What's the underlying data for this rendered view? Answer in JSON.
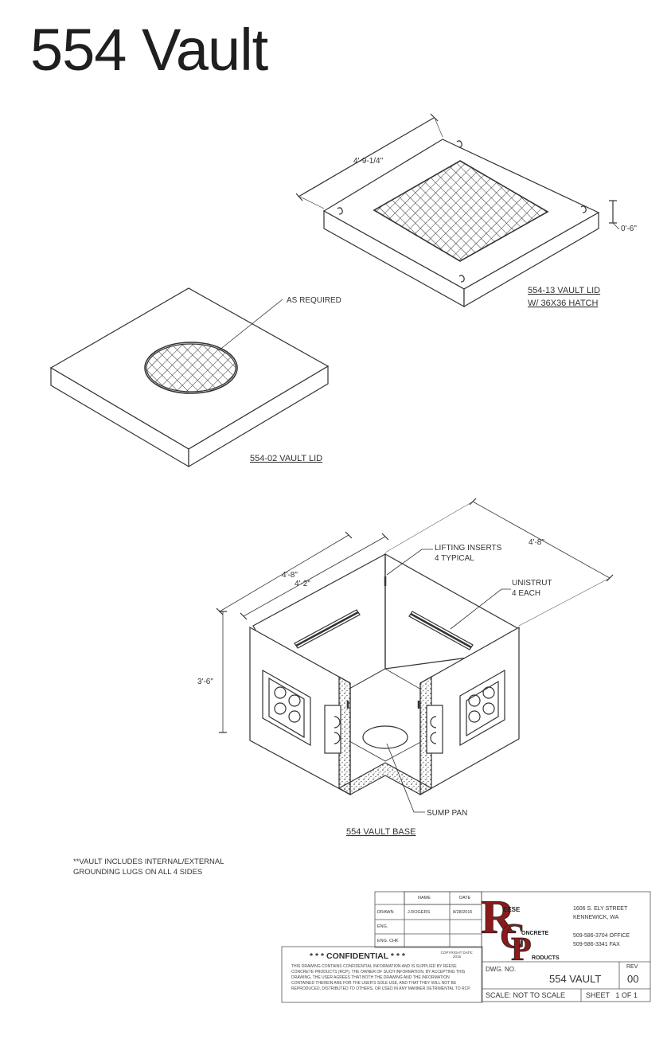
{
  "title": "554 Vault",
  "lid13": {
    "dim_width": "4'-9-1/4\"",
    "dim_thickness": "0'-6\"",
    "caption_line1": "554-13 VAULT LID",
    "caption_line2": "W/ 36X36 HATCH"
  },
  "lid02": {
    "callout": "AS REQUIRED",
    "caption": "554-02 VAULT LID"
  },
  "base": {
    "dim_outer_left": "4'-8\"",
    "dim_inner_left": "4'-2\"",
    "dim_outer_right": "4'-8\"",
    "dim_height": "3'-6\"",
    "lifting_line1": "LIFTING INSERTS",
    "lifting_line2": "4 TYPICAL",
    "unistrut_line1": "UNISTRUT",
    "unistrut_line2": "4 EACH",
    "sump": "SUMP PAN",
    "caption": "554 VAULT BASE"
  },
  "note": {
    "line1": "**VAULT INCLUDES INTERNAL/EXTERNAL",
    "line2": "GROUNDING LUGS ON ALL 4 SIDES"
  },
  "title_block": {
    "hdr_name": "NAME",
    "hdr_date": "DATE",
    "drawn_label": "DRAWN",
    "drawn_name": "J.ROGERS",
    "drawn_date": "8/28/2016",
    "eng_label": "ENG.",
    "engchk_label": "ENG. CHK",
    "logo_r": "R",
    "logo_c": "C",
    "logo_p": "P",
    "logo_eese": "EESE",
    "logo_oncrete": "ONCRETE",
    "logo_roducts": "RODUCTS",
    "address1": "1606 S. ELY STREET",
    "address2": "KENNEWICK, WA",
    "phone_office": "509-586-3704 OFFICE",
    "phone_fax": "509-586-3341 FAX",
    "dwg_no_label": "DWG. NO.",
    "dwg_no": "554 VAULT",
    "rev_label": "REV",
    "rev": "00",
    "scale": "SCALE: NOT TO SCALE",
    "sheet": "SHEET   1 OF 1",
    "confidential": "* * * CONFIDENTIAL * * *",
    "copyright_line1": "COPYRIGHT DATE:",
    "copyright_line2": "2016",
    "conf_text": "THIS DRAWING CONTAINS CONFIDENTIAL INFORMATION AND IS SUPPLIED BY REESE CONCRETE PRODUCTS (RCP), THE OWNER OF SUCH INFORMATION. BY ACCEPTING THIS DRAWING, THE USER AGREES THAT BOTH THE DRAWING AND THE INFORMATION CONTAINED THEREIN ARE FOR THE USER'S SOLE USE, AND THAT THEY WILL NOT BE REPRODUCED, DISTRIBUTED TO OTHERS, OR USED IN ANY MANNER DETRIMENTAL TO RCP."
  },
  "colors": {
    "line": "#333333",
    "logo_red": "#8b1a1a",
    "concrete_fill": "#f2f2f2"
  }
}
